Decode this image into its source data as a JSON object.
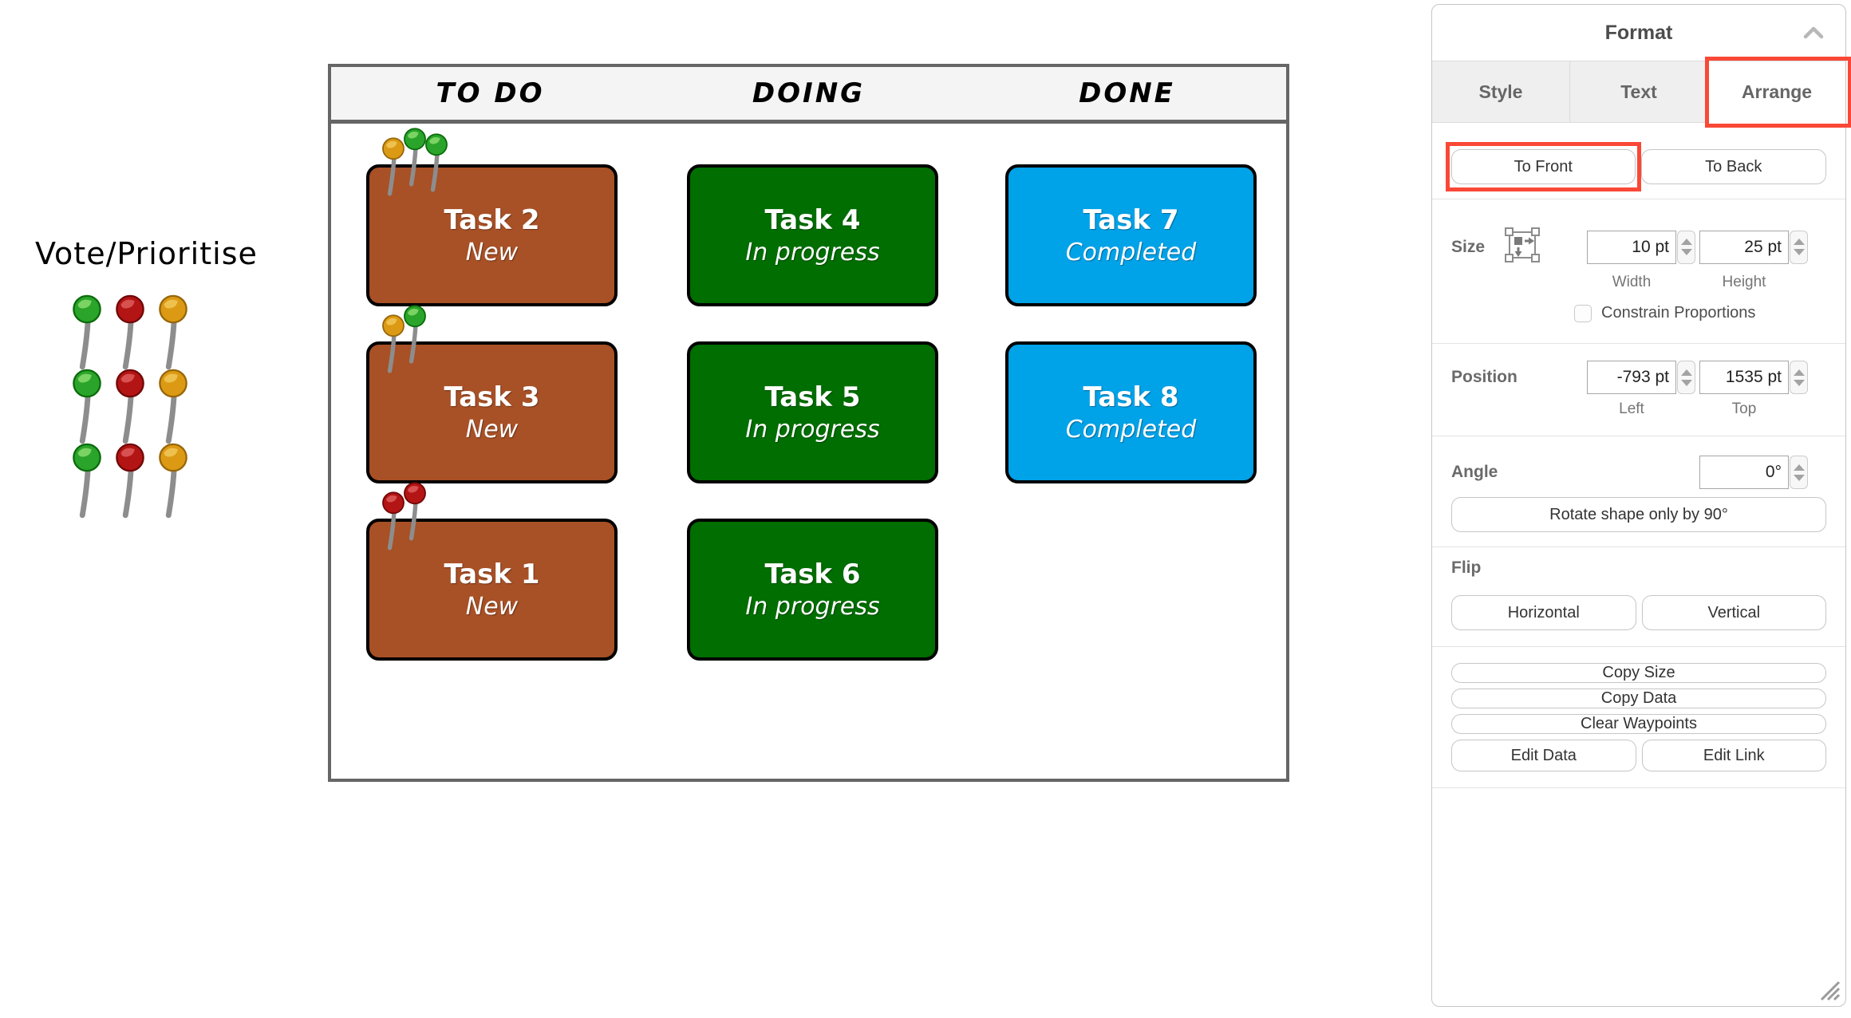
{
  "canvas": {
    "vote_label": "Vote/Prioritise",
    "vote_pins": [
      [
        "green",
        "red",
        "orange"
      ],
      [
        "green",
        "red",
        "orange"
      ],
      [
        "green",
        "red",
        "orange"
      ]
    ],
    "board": {
      "columns": [
        "TO DO",
        "DOING",
        "DONE"
      ],
      "cards": [
        {
          "title": "Task 2",
          "status": "New",
          "color": "brown",
          "pins": [
            "orange",
            "green",
            "green"
          ]
        },
        {
          "title": "Task 4",
          "status": "In progress",
          "color": "green",
          "pins": []
        },
        {
          "title": "Task 7",
          "status": "Completed",
          "color": "blue",
          "pins": []
        },
        {
          "title": "Task 3",
          "status": "New",
          "color": "brown",
          "pins": [
            "orange",
            "green"
          ]
        },
        {
          "title": "Task 5",
          "status": "In progress",
          "color": "green",
          "pins": []
        },
        {
          "title": "Task 8",
          "status": "Completed",
          "color": "blue",
          "pins": []
        },
        {
          "title": "Task 1",
          "status": "New",
          "color": "brown",
          "pins": [
            "red",
            "red"
          ]
        },
        {
          "title": "Task 6",
          "status": "In progress",
          "color": "green",
          "pins": []
        }
      ]
    }
  },
  "colors": {
    "cards": {
      "brown": "#A85026",
      "green": "#006E00",
      "blue": "#00A2E8"
    },
    "card_border": "#000000",
    "board_border": "#666666",
    "header_bg": "#F4F4F4",
    "highlight": "#FA4837",
    "pins": {
      "green": {
        "base": "#2AA42A",
        "dark": "#0B6B0B",
        "light": "#8FDE72"
      },
      "red": {
        "base": "#B31414",
        "dark": "#700707",
        "light": "#E06060"
      },
      "orange": {
        "base": "#DC9A14",
        "dark": "#96660A",
        "light": "#F2CB5E"
      }
    }
  },
  "format_panel": {
    "title": "Format",
    "collapse_icon": "chevron-up",
    "tabs": [
      {
        "label": "Style",
        "active": false,
        "highlighted": false
      },
      {
        "label": "Text",
        "active": false,
        "highlighted": false
      },
      {
        "label": "Arrange",
        "active": true,
        "highlighted": true
      }
    ],
    "arrange": {
      "to_front": "To Front",
      "to_back": "To Back",
      "size": {
        "label": "Size",
        "width_value": "10 pt",
        "height_value": "25 pt",
        "width_label": "Width",
        "height_label": "Height",
        "constrain_label": "Constrain Proportions",
        "constrain_checked": false
      },
      "position": {
        "label": "Position",
        "left_value": "-793 pt",
        "top_value": "1535 pt",
        "left_label": "Left",
        "top_label": "Top"
      },
      "angle": {
        "label": "Angle",
        "value": "0°",
        "rotate_label": "Rotate shape only by 90°"
      },
      "flip": {
        "label": "Flip",
        "horizontal": "Horizontal",
        "vertical": "Vertical"
      },
      "actions": {
        "copy_size": "Copy Size",
        "copy_data": "Copy Data",
        "clear_waypoints": "Clear Waypoints",
        "edit_data": "Edit Data",
        "edit_link": "Edit Link"
      }
    }
  }
}
